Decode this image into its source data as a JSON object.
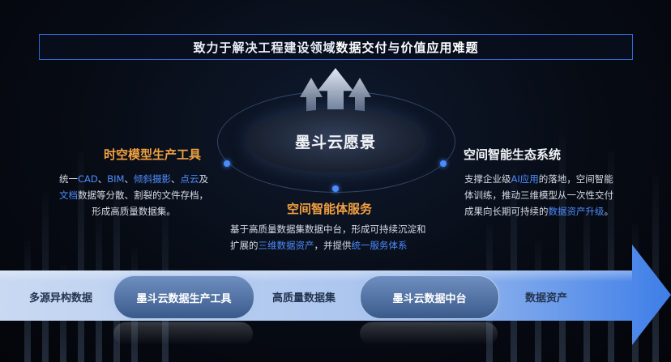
{
  "headline": {
    "part1": "致力于解决工程建设领域",
    "highlight1": "数据交付",
    "part2": "与",
    "highlight2": "价值应用难题"
  },
  "center": {
    "title": "墨斗云愿景"
  },
  "left": {
    "title": "时空模型生产工具",
    "line1_pre": "统一",
    "line1_cad": "CAD",
    "line1_sep1": "、",
    "line1_bim": "BIM",
    "line1_sep2": "、",
    "line1_tilt": "倾斜摄影",
    "line1_sep3": "、",
    "line1_cloud": "点云",
    "line1_and": "及",
    "line2_doc": "文档",
    "line2_rest": "数据等分散、割裂的文件存档，",
    "line3": "形成高质量数据集。"
  },
  "middle": {
    "title": "空间智能体服务",
    "line1": "基于高质量数据集数据中台，形成可持续沉淀和",
    "line2_pre": "扩展的",
    "line2_hl1": "三维数据资产",
    "line2_mid": "，并提供",
    "line2_hl2": "统一服务体系"
  },
  "right": {
    "title": "空间智能生态系统",
    "line1_pre": "支撑企业级",
    "line1_hl": "AI应用",
    "line1_post": "的落地，空间智能",
    "line2": "体训练，推动三维模型从一次性交付",
    "line3_pre": "成果向长期可持续的",
    "line3_hl": "数据资产升级",
    "line3_post": "。"
  },
  "flow": {
    "step1": "多源异构数据",
    "step2": "墨斗云数据生产工具",
    "step3": "高质量数据集",
    "step4": "墨斗云数据中台",
    "step5": "数据资产"
  },
  "colors": {
    "accent_blue": "#4d8dff",
    "orange": "#f0a040",
    "border_blue": "#2f6ad8"
  }
}
